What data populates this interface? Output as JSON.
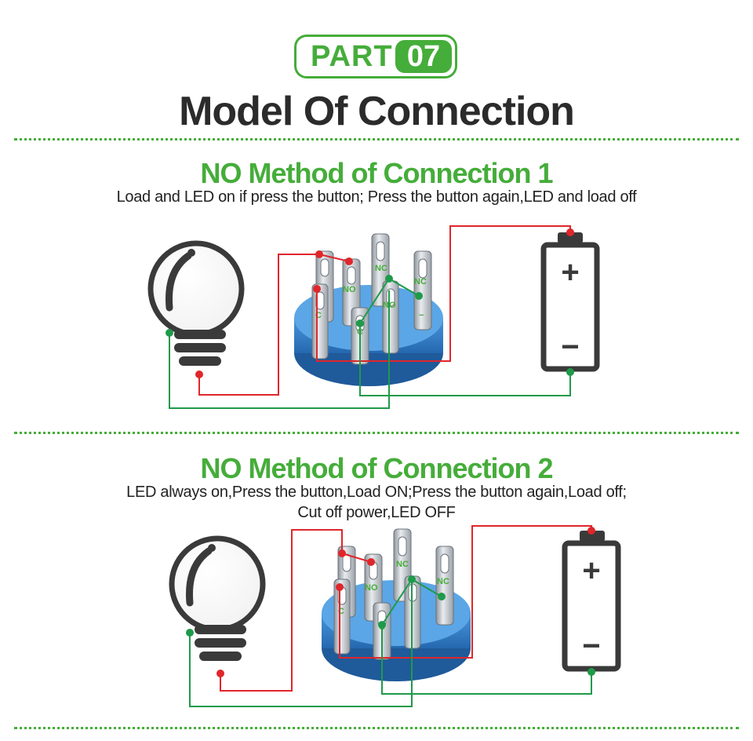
{
  "header": {
    "badge_word": "PART",
    "badge_number": "07",
    "title": "Model Of Connection"
  },
  "section1": {
    "title": "NO Method of Connection 1",
    "description": "Load and LED on if press the button;  Press the button again,LED and load off"
  },
  "section2": {
    "title": "NO Method of Connection 2",
    "description_line1": "LED always on,Press the button,Load ON;Press the button again,Load off;",
    "description_line2": "Cut off power,LED OFF"
  },
  "pins": {
    "no": "NO",
    "nc": "NC",
    "c": "C",
    "minus": "−"
  },
  "battery": {
    "plus": "+",
    "minus": "−"
  },
  "colors": {
    "accent_green": "#45ad3a",
    "wire_red": "#e0262b",
    "wire_green": "#1f9a4a",
    "switch_blue": "#2f7fc8",
    "dark": "#3a3a3a"
  }
}
